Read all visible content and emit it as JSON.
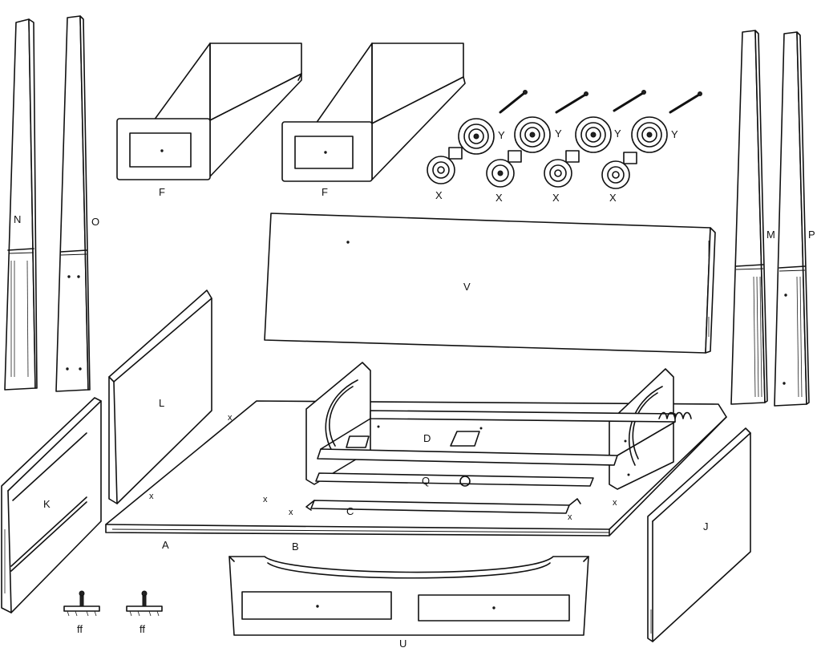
{
  "labels": {
    "leg_n": "N",
    "leg_o": "O",
    "leg_m": "M",
    "leg_p": "P",
    "drawer_f_left": "F",
    "drawer_f_right": "F",
    "caster_y_1": "Y",
    "caster_y_2": "Y",
    "caster_y_3": "Y",
    "caster_y_4": "Y",
    "plate_x_1": "X",
    "plate_x_2": "X",
    "plate_x_3": "X",
    "plate_x_4": "X",
    "panel_v": "V",
    "panel_l": "L",
    "panel_k": "K",
    "panel_j": "J",
    "frame_d": "D",
    "rail_q": "Q",
    "rail_c": "C",
    "base_a": "A",
    "base_b": "B",
    "front_u": "U",
    "foot_ff_1": "ff",
    "foot_ff_2": "ff",
    "mark_1": "x",
    "mark_2": "x",
    "mark_3": "x",
    "mark_4": "x",
    "mark_5": "x",
    "mark_6": "x"
  }
}
